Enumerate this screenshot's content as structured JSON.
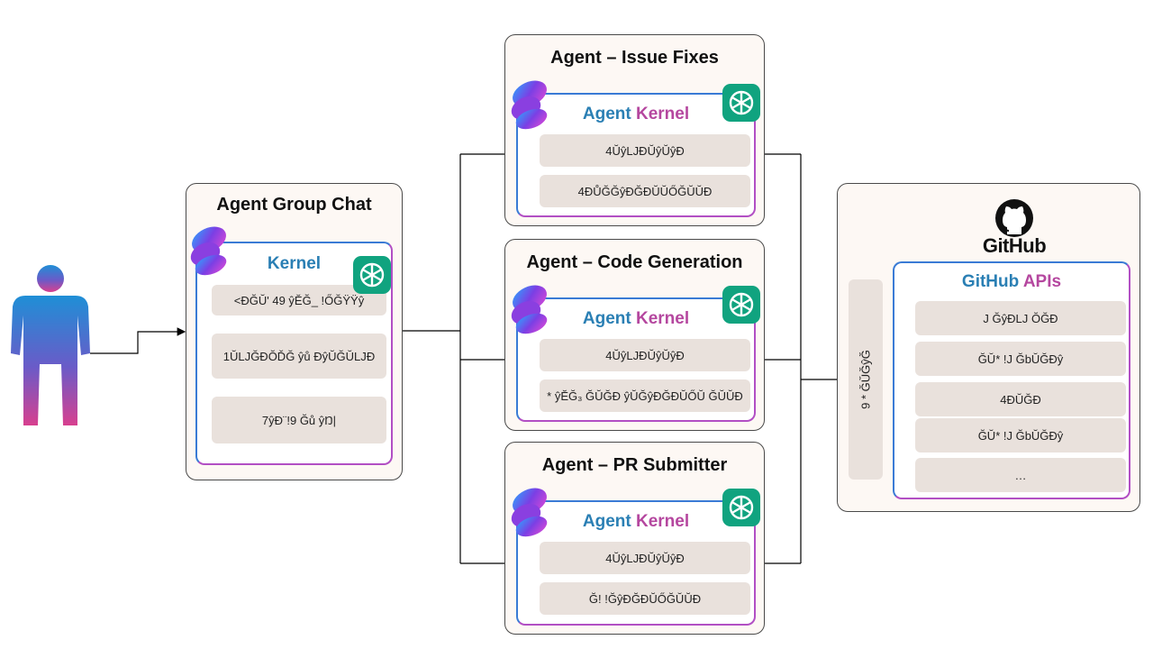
{
  "group_chat": {
    "title": "Agent Group Chat",
    "kernel": "Kernel",
    "items": [
      "<ĐĞŬ' 49 ŷĔĞ_ !ŐĞŸŸŷ",
      "1ŬǇĞĐŎĎĞ ŷů ĐŷŬĞŬǇĐ",
      "7ŷĐ¨!9 Ğů ŷŊ|"
    ]
  },
  "agents": [
    {
      "title": "Agent – Issue Fixes",
      "kernel_a": "Agent",
      "kernel_b": "Kernel",
      "items": [
        "4ŬŷǇĐŬŷŬŷĐ",
        "4ĐŮĞĞŷĐĞĐŬŬŐĞŬŬĐ"
      ]
    },
    {
      "title": "Agent – Code Generation",
      "kernel_a": "Agent",
      "kernel_b": "Kernel",
      "items": [
        "4ŬŷǇĐŬŷŬŷĐ",
        "* ŷĔĞ₃ ĞŬĞĐ ŷŬĞŷĐĞĐŬŐŬ ĞŬŬĐ"
      ]
    },
    {
      "title": "Agent – PR Submitter",
      "kernel_a": "Agent",
      "kernel_b": "Kernel",
      "items": [
        "4ŬŷǇĐŬŷŬŷĐ",
        "Ğ! !ĞŷĐĞĐŬŐĞŬŬĐ"
      ]
    }
  ],
  "github": {
    "logo_text": "GitHub",
    "apis_a": "GitHub",
    "apis_b": "APIs",
    "side_label": "9 * ĞŬĞŷĞ",
    "items": [
      "J ĞŷĐǇ ŎĞĐ",
      "ĞŬ* !J ĞbŬĞĐŷ",
      "4ĐŬĞĐ",
      "ĞŬ* !J ĞbŬĞĐŷ",
      "…"
    ]
  },
  "colors": {
    "kernel_blue": "#2a7fb4",
    "kernel_pink": "#b5479f",
    "openai_green": "#10a37f",
    "pill_bg": "#e9e1dc"
  },
  "icons": [
    "person-icon",
    "semantic-kernel-logo-icon",
    "openai-logo-icon",
    "github-octocat-icon"
  ]
}
